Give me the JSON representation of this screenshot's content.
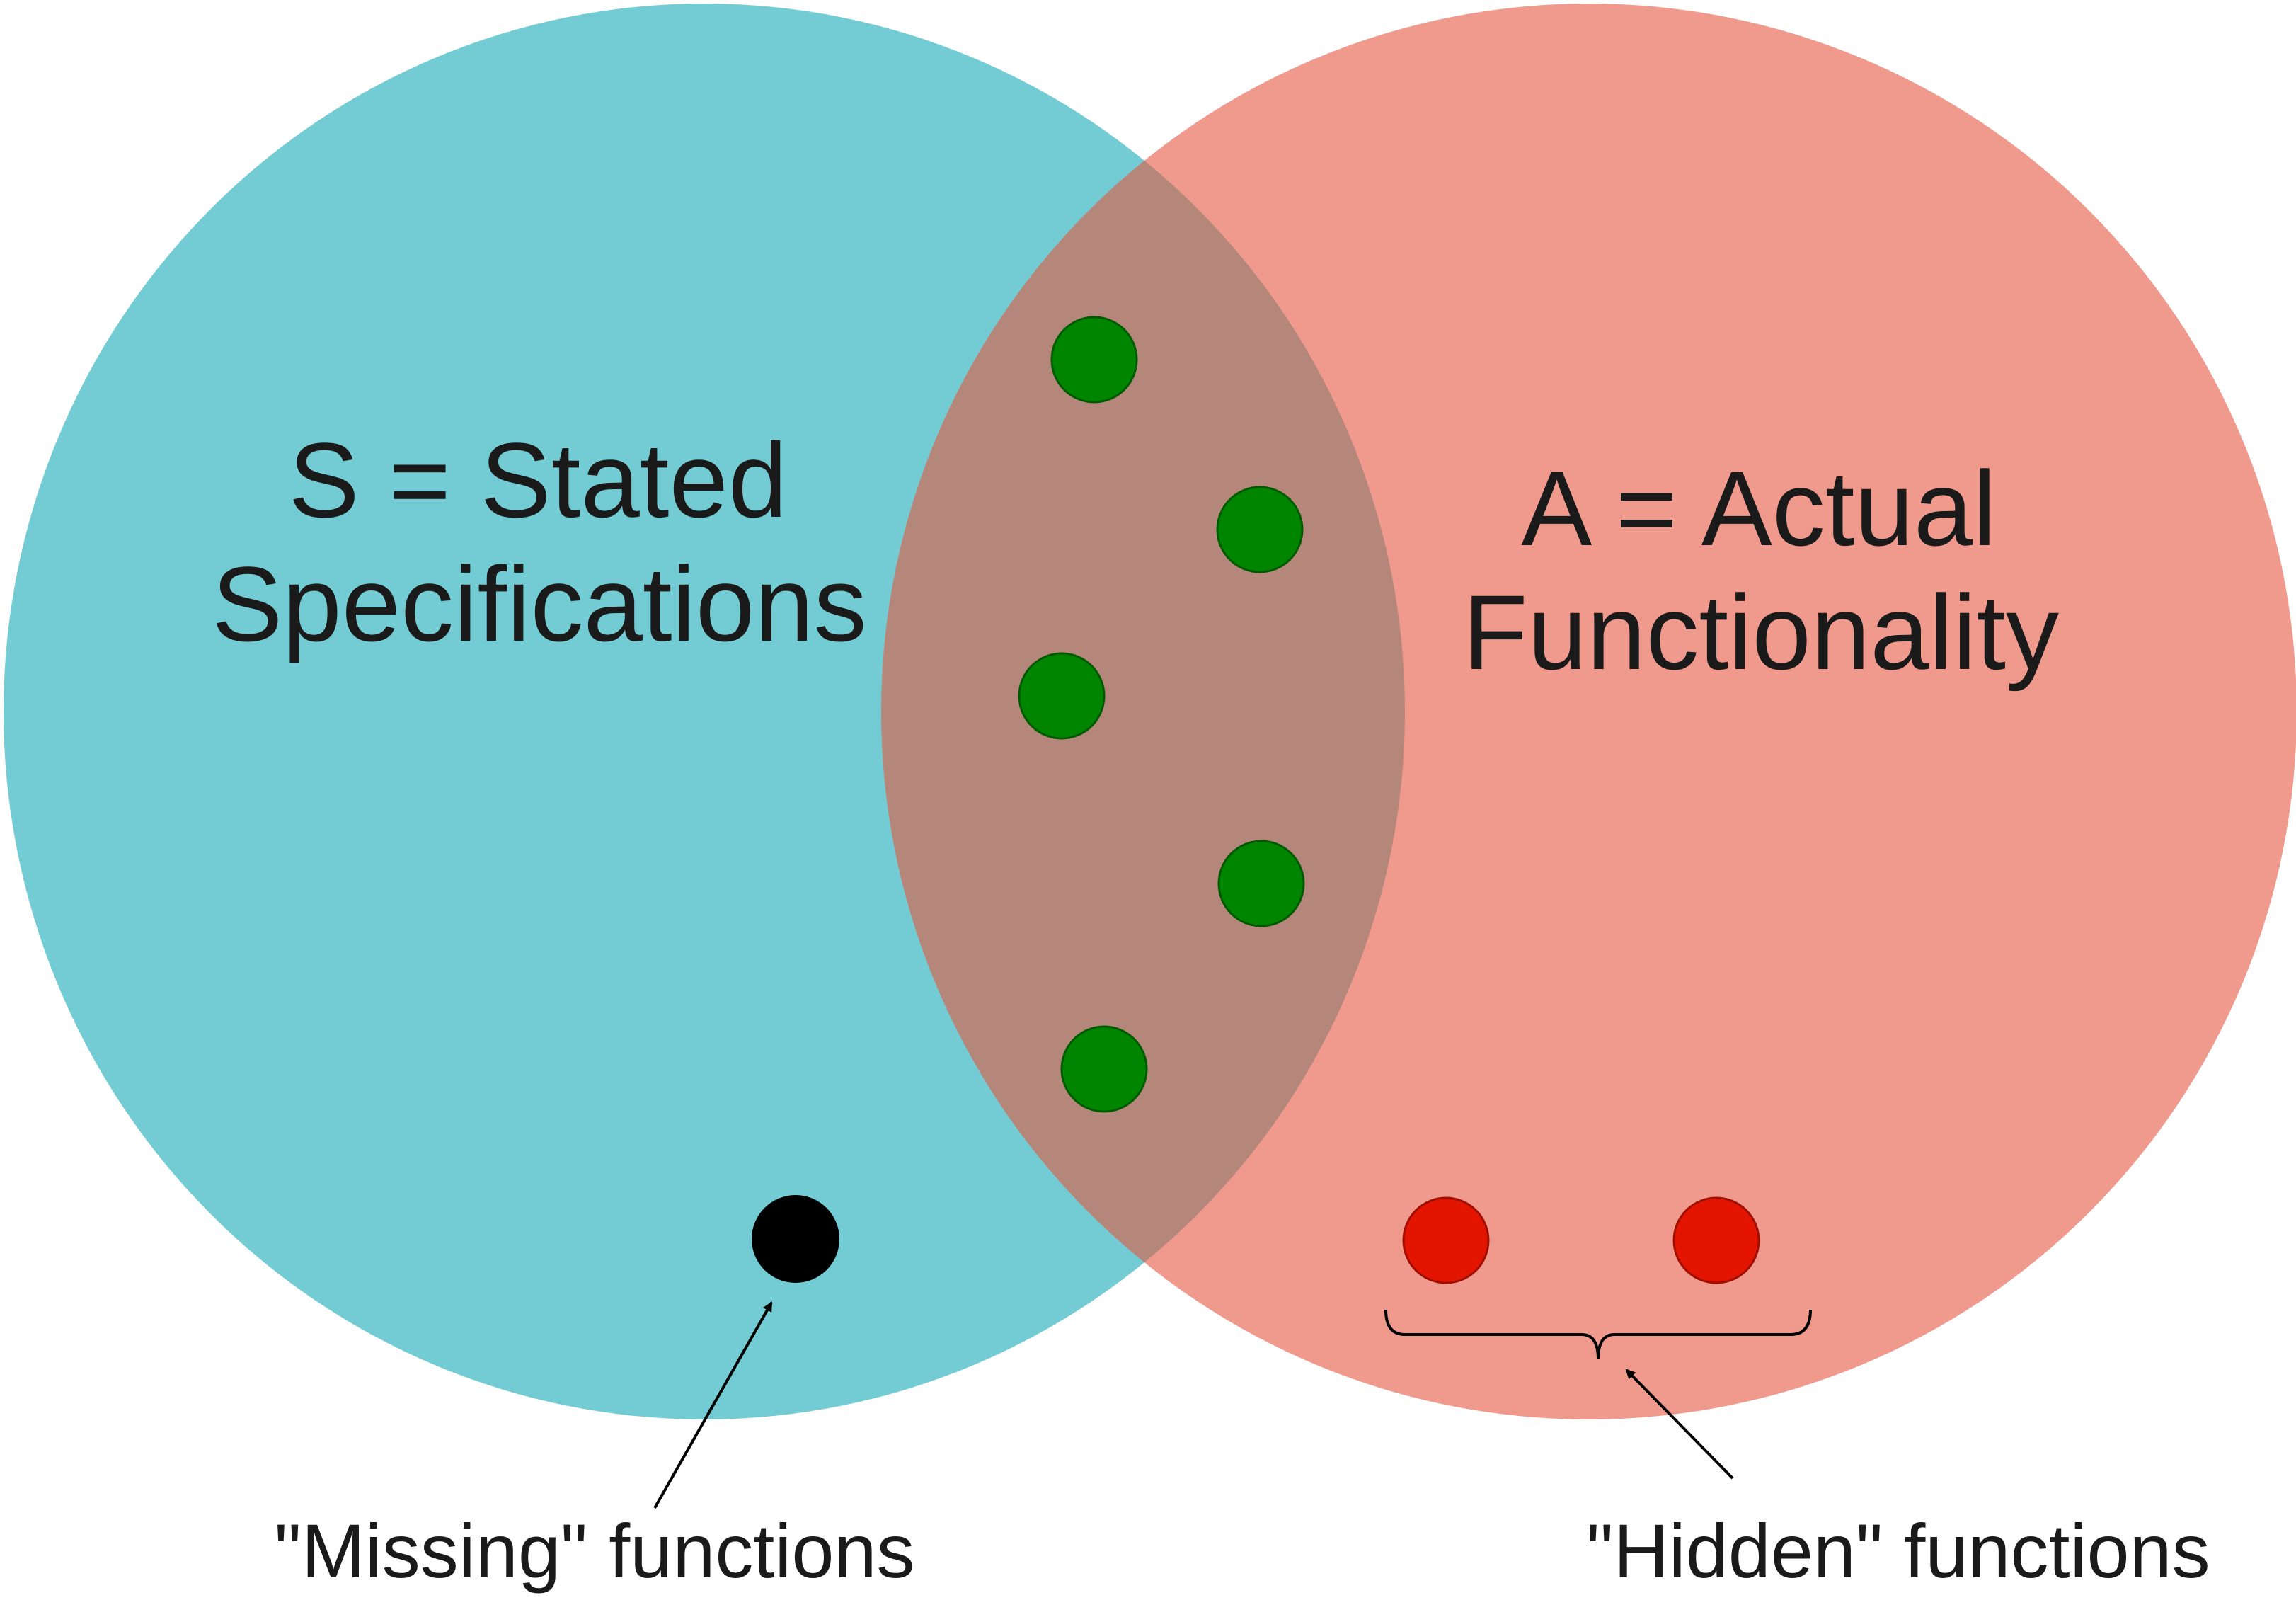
{
  "sets": {
    "stated": {
      "line1": "S = Stated",
      "line2": "Specifications",
      "color": "#73CBD3"
    },
    "actual": {
      "line1": "A = Actual",
      "line2": "Functionality",
      "color": "#F0998D"
    },
    "overlap_color": "#B5877B"
  },
  "callouts": {
    "missing": "\"Missing\" functions",
    "hidden": "\"Hidden\" functions"
  },
  "dots": {
    "intersection_color": "#008500",
    "missing_color": "#000000",
    "hidden_color": "#E31400",
    "intersection_count": 5,
    "missing_count": 1,
    "hidden_count": 2
  }
}
